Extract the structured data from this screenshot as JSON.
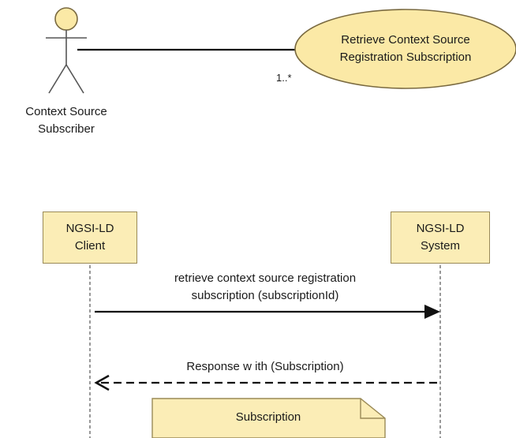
{
  "use_case": {
    "actor": {
      "line1": "Context Source",
      "line2": "Subscriber"
    },
    "use_case": {
      "line1": "Retrieve Context Source",
      "line2": "Registration Subscription"
    },
    "multiplicity": "1..*"
  },
  "sequence": {
    "participants": [
      {
        "line1": "NGSI-LD",
        "line2": "Client"
      },
      {
        "line1": "NGSI-LD",
        "line2": "System"
      }
    ],
    "request": {
      "line1": "retrieve context source registration",
      "line2": "subscription (subscriptionId)"
    },
    "response": {
      "label": "Response w ith (Subscription)"
    },
    "note": {
      "label": "Subscription"
    }
  },
  "colors": {
    "fill": "#fbedb6",
    "stroke": "#9a8a57",
    "line": "#111111"
  }
}
